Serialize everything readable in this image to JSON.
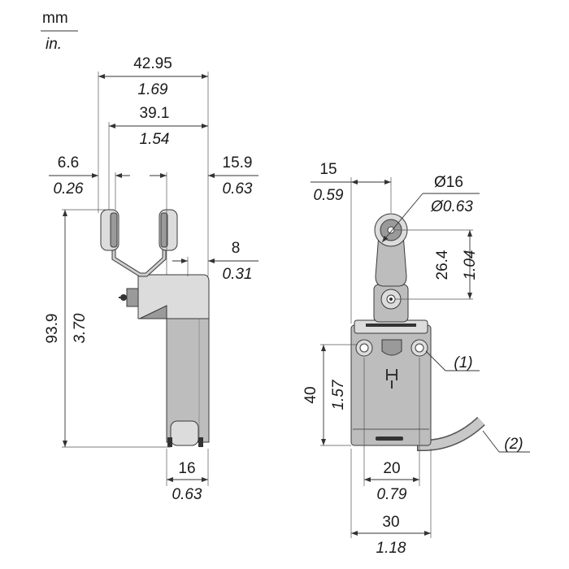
{
  "units": {
    "top": "mm",
    "bottom": "in."
  },
  "side_view": {
    "width_total": {
      "mm": "42.95",
      "in": "1.69"
    },
    "roller_span": {
      "mm": "39.1",
      "in": "1.54"
    },
    "roller_offset": {
      "mm": "6.6",
      "in": "0.26"
    },
    "lever_offset": {
      "mm": "15.9",
      "in": "0.63"
    },
    "head_offset": {
      "mm": "8",
      "in": "0.31"
    },
    "height_total": {
      "mm": "93.9",
      "in": "3.70"
    },
    "body_width": {
      "mm": "16",
      "in": "0.63"
    }
  },
  "front_view": {
    "roller_center": {
      "mm": "15",
      "in": "0.59"
    },
    "roller_diameter": {
      "mm": "Ø16",
      "in": "Ø0.63"
    },
    "lever_length": {
      "mm": "26.4",
      "in": "1.04"
    },
    "body_height": {
      "mm": "40",
      "in": "1.57"
    },
    "hole_spacing": {
      "mm": "20",
      "in": "0.79"
    },
    "body_width": {
      "mm": "30",
      "in": "1.18"
    },
    "callout_1": "(1)",
    "callout_2": "(2)"
  }
}
